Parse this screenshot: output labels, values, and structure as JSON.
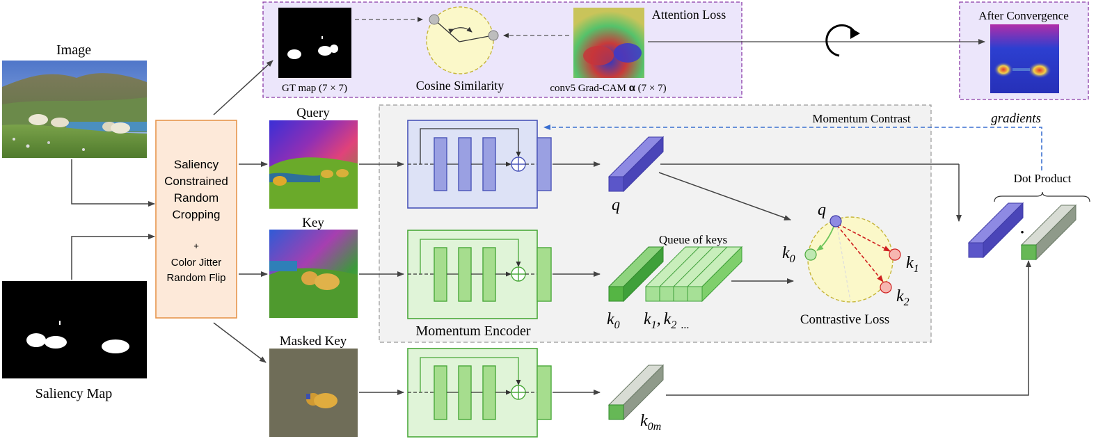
{
  "labels": {
    "image": "Image",
    "saliency_map": "Saliency Map",
    "crop_line1": "Saliency",
    "crop_line2": "Constrained",
    "crop_line3": "Random",
    "crop_line4": "Cropping",
    "plus": "+",
    "crop_line5": "Color Jitter",
    "crop_line6": "Random Flip",
    "query": "Query",
    "key": "Key",
    "masked_key": "Masked Key",
    "gt_map": "GT map (7 × 7)",
    "cosine_similarity": "Cosine Similarity",
    "attention_loss": "Attention Loss",
    "gradcam_prefix": "conv5 Grad-CAM ",
    "alpha": "α",
    "gradcam_suffix": " (7 × 7)",
    "after_convergence": "After Convergence",
    "momentum_contrast": "Momentum Contrast",
    "gradients": "gradients",
    "dot_product": "Dot Product",
    "queue_of_keys": "Queue of keys",
    "momentum_encoder": "Momentum Encoder",
    "contrastive_loss": "Contrastive Loss",
    "q": "q",
    "k": "k",
    "sub_0": "0",
    "sub_1": "1",
    "sub_2": "2",
    "sub_0m": "0m",
    "k_comma": ",",
    "ellipsis": "...",
    "dot": "·"
  },
  "colors": {
    "purple_region": "#ece6fb",
    "purple_border": "#8a3aa6",
    "momentum_region": "#f2f2f2",
    "orange_box": "#fde9d9",
    "orange_border": "#e7964d",
    "encoder_blue_fill": "#dde2f6",
    "encoder_blue_border": "#4954b8",
    "encoder_green_fill": "#e0f4d8",
    "encoder_green_border": "#4aa83a",
    "q_vector": "#5b56c9",
    "k_vector": "#55b544",
    "k0m_vector": "#9aa397",
    "dashed_blue": "#3a6fd0",
    "loss_circle": "#fbf8c9",
    "red_arrow": "#cf1f1f",
    "green_arrow": "#6cc45a"
  }
}
